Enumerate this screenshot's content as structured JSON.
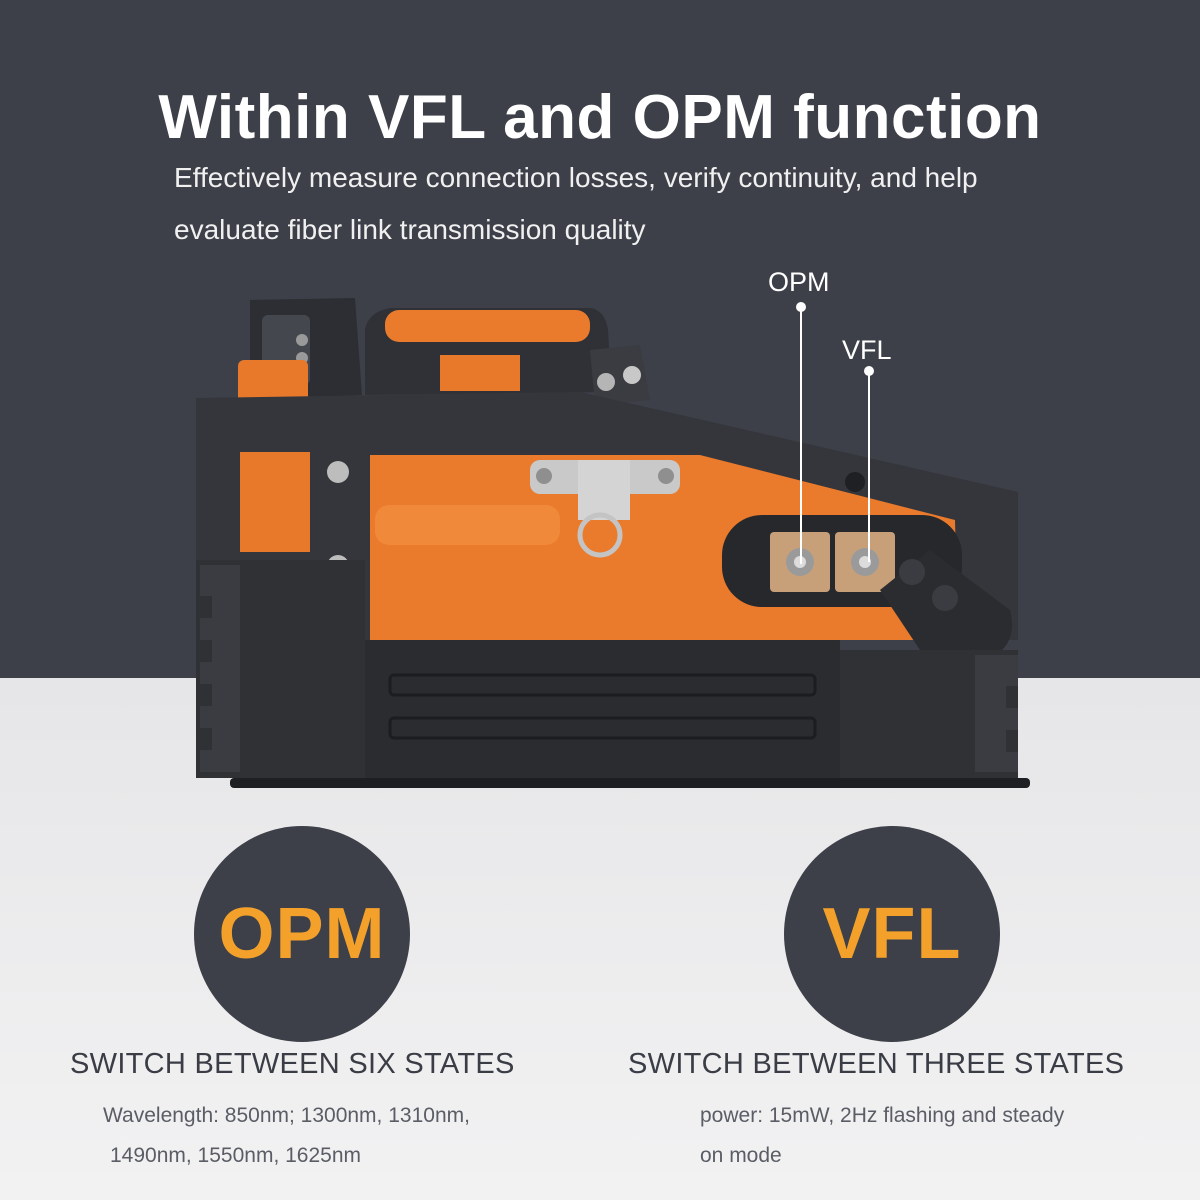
{
  "headline": "Within VFL and OPM function",
  "subline": {
    "line1": "Effectively measure connection losses, verify continuity, and help",
    "line2": "evaluate fiber link transmission quality"
  },
  "ports": {
    "opm_label": "OPM",
    "vfl_label": "VFL"
  },
  "features": {
    "opm": {
      "badge": "OPM",
      "heading": "SWITCH BETWEEN SIX STATES",
      "detail_line1": "Wavelength: 850nm; 1300nm, 1310nm,",
      "detail_line2": "1490nm, 1550nm, 1625nm"
    },
    "vfl": {
      "badge": "VFL",
      "heading": "SWITCH BETWEEN THREE STATES",
      "detail_line1": "power: 15mW, 2Hz flashing and steady",
      "detail_line2": "on mode"
    }
  },
  "colors": {
    "dark_band": "#3d4049",
    "accent_orange": "#f3a12a",
    "device_orange": "#e8782a",
    "device_body": "#34363b"
  }
}
